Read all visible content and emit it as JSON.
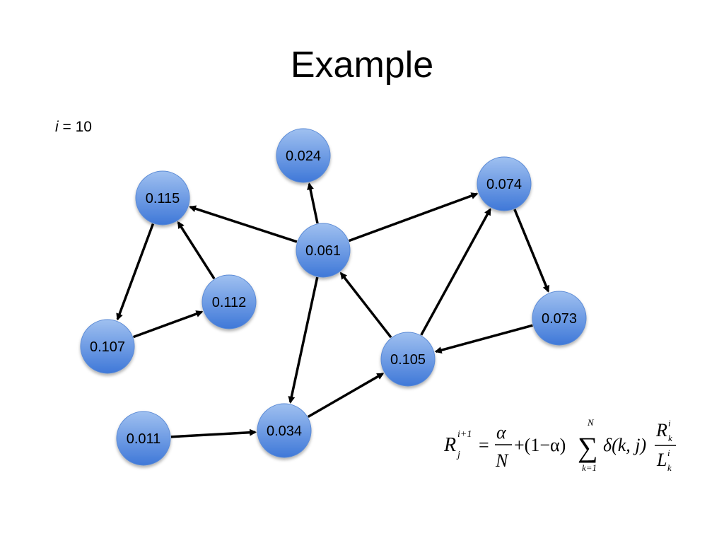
{
  "title": "Example",
  "iteration": {
    "variable": "i",
    "equals": "= 10"
  },
  "nodes": [
    {
      "id": "n024",
      "label": "0.024"
    },
    {
      "id": "n115",
      "label": "0.115"
    },
    {
      "id": "n074",
      "label": "0.074"
    },
    {
      "id": "n061",
      "label": "0.061"
    },
    {
      "id": "n112",
      "label": "0.112"
    },
    {
      "id": "n073",
      "label": "0.073"
    },
    {
      "id": "n107",
      "label": "0.107"
    },
    {
      "id": "n105",
      "label": "0.105"
    },
    {
      "id": "n011",
      "label": "0.011"
    },
    {
      "id": "n034",
      "label": "0.034"
    }
  ],
  "edges": [
    {
      "from": "n061",
      "to": "n024"
    },
    {
      "from": "n061",
      "to": "n115"
    },
    {
      "from": "n061",
      "to": "n074"
    },
    {
      "from": "n061",
      "to": "n034"
    },
    {
      "from": "n112",
      "to": "n115"
    },
    {
      "from": "n115",
      "to": "n107"
    },
    {
      "from": "n107",
      "to": "n112"
    },
    {
      "from": "n105",
      "to": "n061"
    },
    {
      "from": "n105",
      "to": "n074"
    },
    {
      "from": "n074",
      "to": "n073"
    },
    {
      "from": "n073",
      "to": "n105"
    },
    {
      "from": "n011",
      "to": "n034"
    },
    {
      "from": "n034",
      "to": "n105"
    }
  ],
  "formula": {
    "lhs_base": "R",
    "lhs_sup": "i+1",
    "lhs_sub": "j",
    "eq": "=",
    "alpha": "α",
    "N": "N",
    "plus_term": "+(1−α)",
    "sum": "∑",
    "sum_upper": "N",
    "sum_lower": "k=1",
    "delta": "δ(k, j)",
    "num_base": "R",
    "num_sup": "i",
    "num_sub": "k",
    "den_base": "L",
    "den_sup": "i",
    "den_sub": "k"
  },
  "colors": {
    "node_light": "#9fc0f0",
    "node_dark": "#3f78d8",
    "node_stroke": "#5a8ad6",
    "edge": "#000000"
  }
}
